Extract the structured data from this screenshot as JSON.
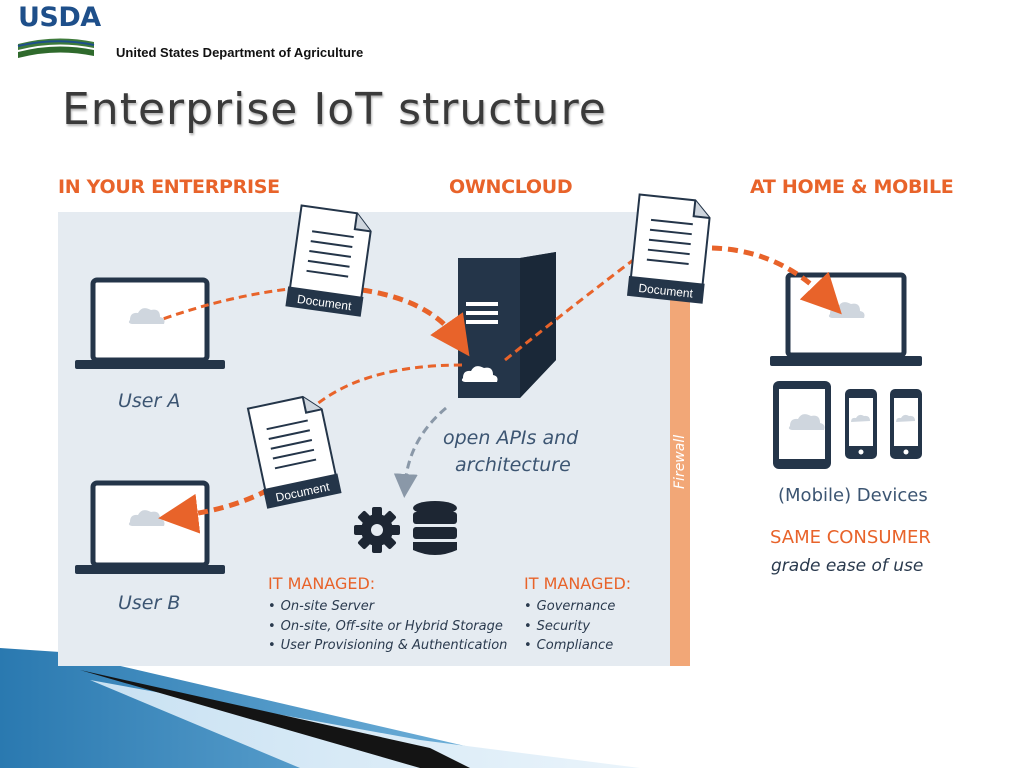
{
  "header": {
    "logo_text": "USDA",
    "department": "United States Department of Agriculture"
  },
  "slide": {
    "title": "Enterprise IoT structure"
  },
  "diagram": {
    "sections": {
      "enterprise": "IN YOUR ENTERPRISE",
      "owncloud": "OWNCLOUD",
      "home_mobile": "AT HOME & MOBILE"
    },
    "document_label": "Document",
    "users": {
      "a": "User A",
      "b": "User B"
    },
    "apis_caption": [
      "open APIs and",
      "architecture"
    ],
    "firewall_label": "Firewall",
    "devices_caption": "(Mobile) Devices",
    "consumer": {
      "heading": "SAME CONSUMER",
      "subtitle": "grade ease of use"
    },
    "it_managed_left": {
      "heading": "IT MANAGED:",
      "items": [
        "On-site Server",
        "On-site, Off-site or Hybrid Storage",
        "User Provisioning & Authentication"
      ]
    },
    "it_managed_right": {
      "heading": "IT MANAGED:",
      "items": [
        "Governance",
        "Security",
        "Compliance"
      ]
    },
    "colors": {
      "accent_orange": "#e8632a",
      "navy": "#243549",
      "panel": "#e5ebf1",
      "firewall": "#f2a777"
    }
  }
}
